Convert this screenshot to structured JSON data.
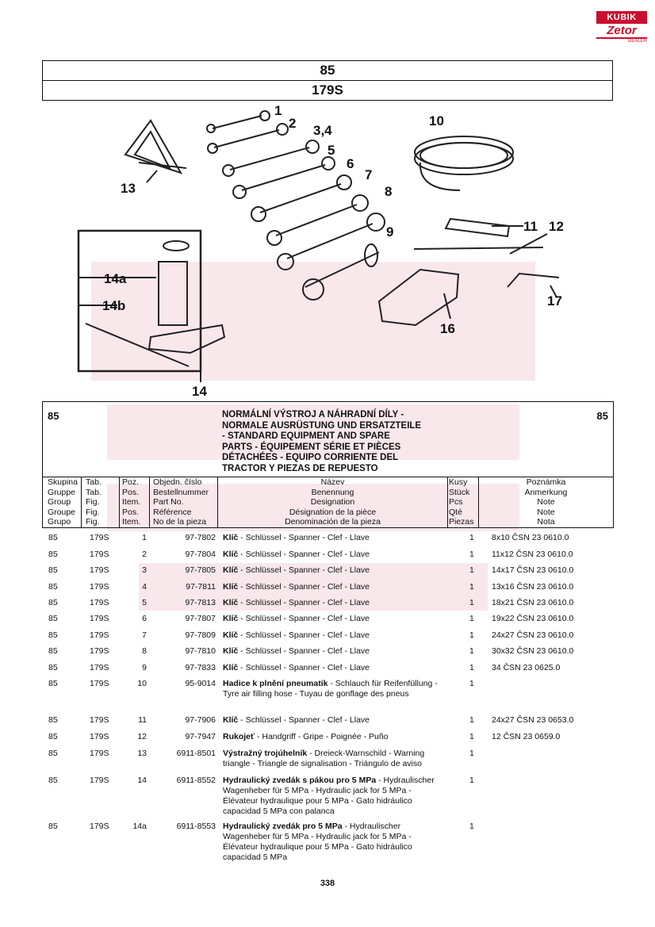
{
  "logo": {
    "top": "KUBIK",
    "bottom": "Zetor",
    "sub": "DEALER"
  },
  "header": {
    "group": "85",
    "figure": "179S"
  },
  "callouts": [
    "1",
    "2",
    "3,4",
    "5",
    "6",
    "7",
    "8",
    "9",
    "10",
    "11",
    "12",
    "13",
    "14a",
    "14b",
    "14",
    "16",
    "17"
  ],
  "section": {
    "group_left": "85",
    "group_right": "85",
    "title_lines": [
      "NORMÁLNÍ VÝSTROJ A NÁHRADNÍ DÍLY -",
      "NORMALE AUSRÜSTUNG UND ERSATZTEILE",
      "- STANDARD EQUIPMENT AND SPARE",
      "PARTS - ÉQUIPEMENT SÉRIE ET PIÈCES",
      "DÉTACHÉES - EQUIPO CORRIENTE DEL",
      "TRACTOR Y PIEZAS DE REPUESTO"
    ]
  },
  "columns": {
    "group": [
      "Skupina",
      "Gruppe",
      "Group",
      "Groupe",
      "Grupo"
    ],
    "tab": [
      "Tab.",
      "Tab.",
      "Fig.",
      "Fig.",
      "Fig."
    ],
    "pos": [
      "Poz.",
      "Pos.",
      "Item.",
      "Pos.",
      "Item."
    ],
    "ref": [
      "Objedn. číslo",
      "Bestellnummer",
      "Part No.",
      "Référence",
      "No de la pieza"
    ],
    "name": [
      "Název",
      "Benennung",
      "Designation",
      "Désignation de la pièce",
      "Denominación de la pieza"
    ],
    "qty": [
      "Kusy",
      "Stück",
      "Pcs",
      "Qté",
      "Piezas"
    ],
    "note": [
      "Poznámka",
      "Anmerkung",
      "Note",
      "Note",
      "Nota"
    ]
  },
  "rows": [
    {
      "g": "85",
      "t": "179S",
      "p": "1",
      "ref": "97-7802",
      "bold": "Klíč",
      "name": " - Schlüssel - Spanner - Clef - Llave",
      "q": "1",
      "note": "8x10 ČSN 23 0610.0"
    },
    {
      "g": "85",
      "t": "179S",
      "p": "2",
      "ref": "97-7804",
      "bold": "Klíč",
      "name": " - Schlüssel - Spanner - Clef - Llave",
      "q": "1",
      "note": "11x12 ČSN 23 0610.0"
    },
    {
      "g": "85",
      "t": "179S",
      "p": "3",
      "ref": "97-7805",
      "bold": "Klíč",
      "name": " - Schlüssel - Spanner - Clef - Llave",
      "q": "1",
      "note": "14x17 ČSN 23 0610.0"
    },
    {
      "g": "85",
      "t": "179S",
      "p": "4",
      "ref": "97-7811",
      "bold": "Klíč",
      "name": " - Schlüssel - Spanner - Clef - Llave",
      "q": "1",
      "note": "13x16 ČSN 23 0610.0"
    },
    {
      "g": "85",
      "t": "179S",
      "p": "5",
      "ref": "97-7813",
      "bold": "Klíč",
      "name": " - Schlüssel - Spanner - Clef - Llave",
      "q": "1",
      "note": "18x21 ČSN 23 0610.0"
    },
    {
      "g": "85",
      "t": "179S",
      "p": "6",
      "ref": "97-7807",
      "bold": "Klíč",
      "name": " - Schlüssel - Spanner - Clef - Llave",
      "q": "1",
      "note": "19x22 ČSN 23 0610.0"
    },
    {
      "g": "85",
      "t": "179S",
      "p": "7",
      "ref": "97-7809",
      "bold": "Klíč",
      "name": " - Schlüssel - Spanner - Clef - Llave",
      "q": "1",
      "note": "24x27 ČSN 23 0610.0"
    },
    {
      "g": "85",
      "t": "179S",
      "p": "8",
      "ref": "97-7810",
      "bold": "Klíč",
      "name": " - Schlüssel - Spanner - Clef - Llave",
      "q": "1",
      "note": "30x32 ČSN 23 0610.0"
    },
    {
      "g": "85",
      "t": "179S",
      "p": "9",
      "ref": "97-7833",
      "bold": "Klíč",
      "name": " - Schlüssel - Spanner - Clef - Llave",
      "q": "1",
      "note": "34 ČSN 23 0625.0"
    },
    {
      "g": "85",
      "t": "179S",
      "p": "10",
      "ref": "95-9014",
      "bold": "Hadice k plnění pneumatik",
      "name": " - Schlauch für Reifenfüllung - Tyre air filling hose - Tuyau de gonflage des pneus",
      "q": "1",
      "note": ""
    },
    {
      "g": "85",
      "t": "179S",
      "p": "11",
      "ref": "97-7906",
      "bold": "Klíč",
      "name": " - Schlüssel - Spanner - Clef - Llave",
      "q": "1",
      "note": "24x27 ČSN 23 0653.0"
    },
    {
      "g": "85",
      "t": "179S",
      "p": "12",
      "ref": "97-7947",
      "bold": "Rukojeť",
      "name": " - Handgriff - Gripe - Poignée - Puño",
      "q": "1",
      "note": "12 ČSN 23 0659.0"
    },
    {
      "g": "85",
      "t": "179S",
      "p": "13",
      "ref": "6911-8501",
      "bold": "Výstražný trojúhelník",
      "name": " - Dreieck-Warnschild - Warning triangle - Triangle de signalisation - Triángulo de aviso",
      "q": "1",
      "note": ""
    },
    {
      "g": "85",
      "t": "179S",
      "p": "14",
      "ref": "6911-8552",
      "bold": "Hydraulický zvedák s pákou pro 5 MPa",
      "name": " - Hydraulischer Wagenheber für 5 MPa - Hydraulic jack for 5 MPa - Élévateur hydraulique pour 5 MPa - Gato hidráulico capacidad 5 MPa con palanca",
      "q": "1",
      "note": ""
    },
    {
      "g": "85",
      "t": "179S",
      "p": "14a",
      "ref": "6911-8553",
      "bold": "Hydraulický zvedák pro 5 MPa",
      "name": " - Hydraulischer Wagenheber für 5 MPa - Hydraulic jack for 5 MPa - Élévateur hydraulique pour 5 MPa - Gato hidráulico capacidad 5 MPa",
      "q": "1",
      "note": ""
    }
  ],
  "page_number": "338"
}
